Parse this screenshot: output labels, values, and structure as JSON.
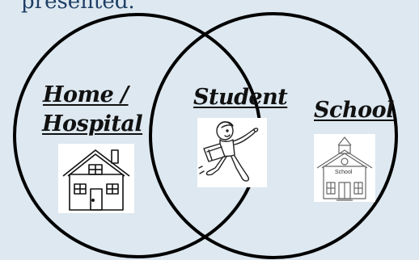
{
  "diagram": {
    "top_text": "presented.",
    "circles": {
      "left_label_line1": "Home /",
      "left_label_line2": "Hospital",
      "overlap_label": "Student",
      "right_label": "School"
    },
    "images": {
      "left": "house-icon",
      "overlap": "running-student-icon",
      "right": "schoolhouse-icon",
      "school_sign": "School"
    }
  }
}
